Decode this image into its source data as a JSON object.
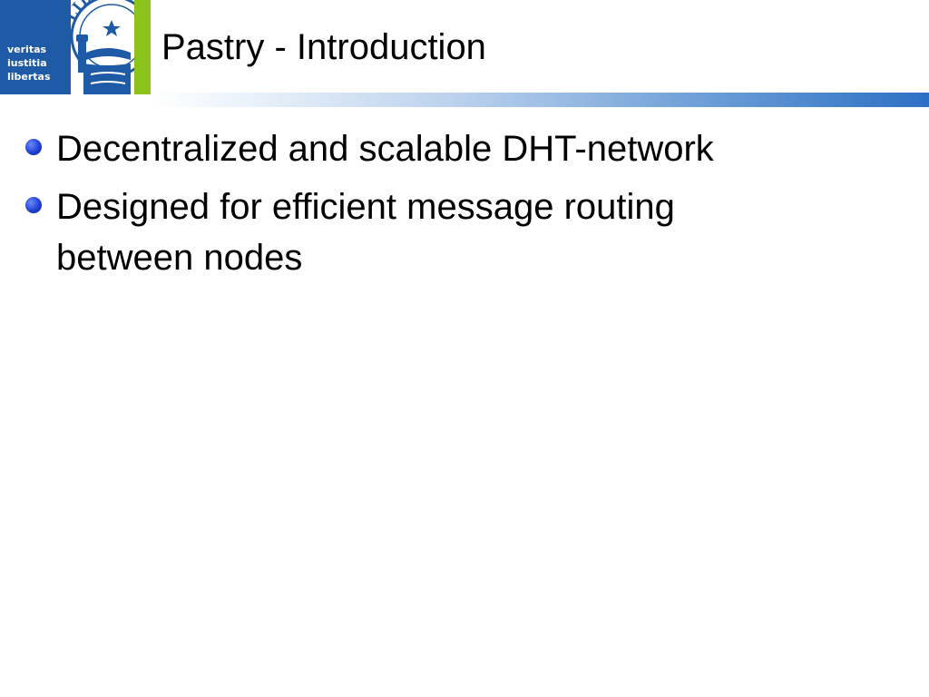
{
  "logo": {
    "motto": [
      "veritas",
      "iustitia",
      "libertas"
    ],
    "seal_text": "LIBERT",
    "colors": {
      "blue": "#1e5aa5",
      "green": "#8cc21c"
    }
  },
  "slide": {
    "title": "Pastry - Introduction",
    "bullets": [
      {
        "text": "Decentralized and scalable DHT-network"
      },
      {
        "text": "Designed for efficient message routing between nodes"
      }
    ]
  },
  "colors": {
    "bullet": "#1f3fd6",
    "rule_start": "#ffffff",
    "rule_end": "#2c6fc4"
  }
}
